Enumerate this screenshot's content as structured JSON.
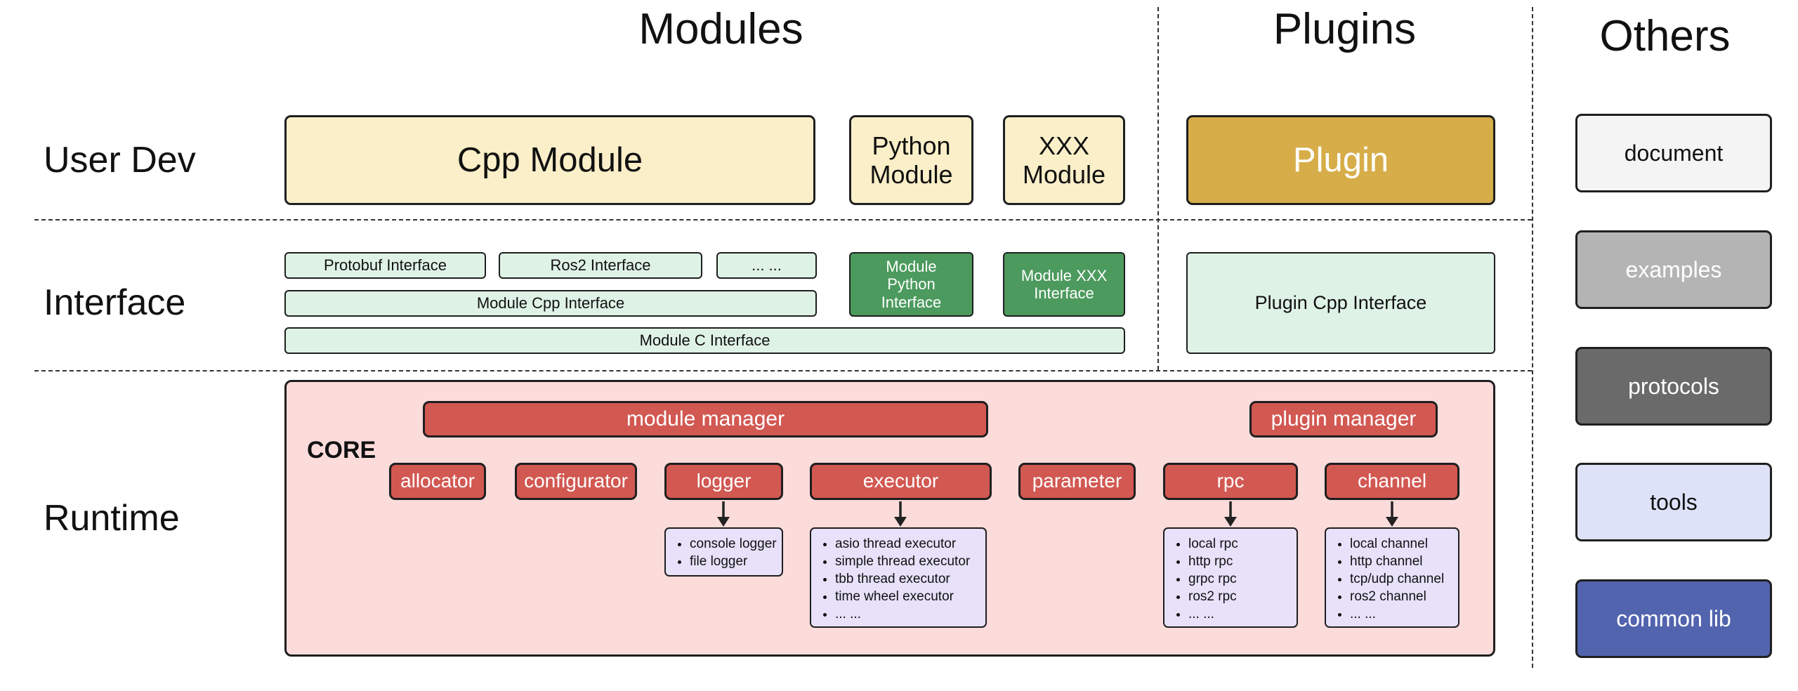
{
  "headers": {
    "modules": "Modules",
    "plugins": "Plugins",
    "others": "Others"
  },
  "row_labels": {
    "user_dev": "User Dev",
    "interface": "Interface",
    "runtime": "Runtime"
  },
  "user_dev": {
    "cpp_module": "Cpp Module",
    "python_module": "Python Module",
    "xxx_module": "XXX Module",
    "plugin": "Plugin"
  },
  "interface": {
    "protobuf_interface": "Protobuf Interface",
    "ros2_interface": "Ros2 Interface",
    "ellipsis": "... ...",
    "module_cpp_interface": "Module Cpp Interface",
    "module_c_interface": "Module C Interface",
    "module_python_interface": "Module Python Interface",
    "module_xxx_interface": "Module XXX Interface",
    "plugin_cpp_interface": "Plugin Cpp Interface"
  },
  "runtime": {
    "core_label": "CORE",
    "module_manager": "module manager",
    "plugin_manager": "plugin manager",
    "components": [
      "allocator",
      "configurator",
      "logger",
      "executor",
      "parameter",
      "rpc",
      "channel"
    ],
    "logger_items": [
      "console logger",
      "file logger"
    ],
    "executor_items": [
      "asio thread executor",
      "simple thread executor",
      "tbb thread executor",
      "time wheel executor",
      "... ..."
    ],
    "rpc_items": [
      "local rpc",
      "http rpc",
      "grpc rpc",
      "ros2 rpc",
      "... ..."
    ],
    "channel_items": [
      "local channel",
      "http channel",
      "tcp/udp channel",
      "ros2 channel",
      "... ..."
    ]
  },
  "others": {
    "document": "document",
    "examples": "examples",
    "protocols": "protocols",
    "tools": "tools",
    "common_lib": "common lib"
  },
  "colors": {
    "cream": "#faefc8",
    "gold": "#d6ad49",
    "light_green": "#dff2e6",
    "dark_green": "#4c9a5e",
    "pink": "#fcdbdb",
    "red": "#d25852",
    "lavender": "#e7e1fa",
    "light_gray": "#f4f4f4",
    "mid_gray": "#b4b4b4",
    "dark_gray": "#6a6a6a",
    "tools_lavender": "#dee2f9",
    "indigo": "#5264ae",
    "border": "#1f1f1f"
  }
}
